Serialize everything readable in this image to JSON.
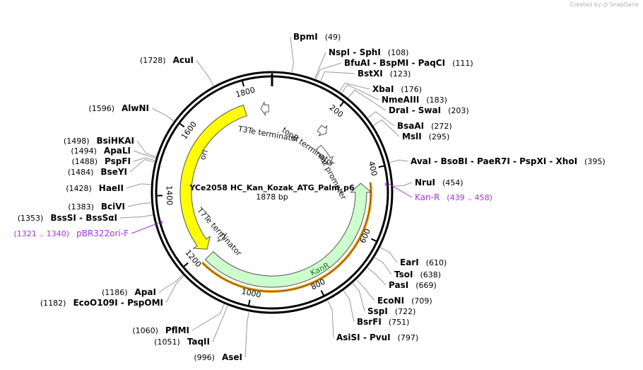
{
  "credit": {
    "prefix": "Created by",
    "brand": "SnapGene"
  },
  "plasmid": {
    "name": "YCe2058 HC_Kan_Kozak_ATG_Palm_p6",
    "length_label": "1878 bp",
    "length_bp": 1878
  },
  "ticks": [
    {
      "bp": 200,
      "label": "200"
    },
    {
      "bp": 400,
      "label": "400"
    },
    {
      "bp": 600,
      "label": "600"
    },
    {
      "bp": 800,
      "label": "800"
    },
    {
      "bp": 1000,
      "label": "1000"
    },
    {
      "bp": 1200,
      "label": "1200"
    },
    {
      "bp": 1400,
      "label": "1400"
    },
    {
      "bp": 1600,
      "label": "1600"
    },
    {
      "bp": 1800,
      "label": "1800"
    }
  ],
  "features": [
    {
      "name": "ori",
      "start": 1194,
      "end": 1783,
      "strand": -1,
      "color": "#ffff00",
      "kind": "arrow"
    },
    {
      "name": "KanR",
      "start": 439,
      "end": 1173,
      "strand": -1,
      "color": "#ccffcc",
      "kind": "arrow",
      "highlight": "#f5a623"
    },
    {
      "name": "T3Te terminator",
      "start": 1838,
      "end": 1866,
      "strand": -1,
      "color": "#ffffff",
      "kind": "arrow"
    },
    {
      "name": "tonB terminator",
      "start": 190,
      "end": 222,
      "strand": 1,
      "color": "#ffffff",
      "kind": "arrow"
    },
    {
      "name": "cat promoter",
      "start": 240,
      "end": 340,
      "strand": 1,
      "color": "#ffffff",
      "kind": "arrow"
    },
    {
      "name": "T7Te terminator",
      "start": 1180,
      "end": 1200,
      "strand": -1,
      "color": "#ffffff",
      "kind": "arrow"
    }
  ],
  "primers": [
    {
      "name": "Kan-R",
      "range": "(439 .. 458)",
      "bp": 448,
      "color": "#a335d6"
    },
    {
      "name": "pBR322ori-F",
      "range": "(1321 .. 1340)",
      "bp": 1330,
      "color": "#a335d6"
    }
  ],
  "sites": [
    {
      "name": "BpmI",
      "pos": "(49)",
      "bp": 49,
      "side": "right"
    },
    {
      "name": "NspI - SphI",
      "pos": "(108)",
      "bp": 108,
      "side": "right"
    },
    {
      "name": "BfuAI - BspMI - PaqCI",
      "pos": "(111)",
      "bp": 111,
      "side": "right"
    },
    {
      "name": "BstXI",
      "pos": "(123)",
      "bp": 123,
      "side": "right"
    },
    {
      "name": "XbaI",
      "pos": "(176)",
      "bp": 176,
      "side": "right"
    },
    {
      "name": "NmeAIII",
      "pos": "(183)",
      "bp": 183,
      "side": "right"
    },
    {
      "name": "DraI - SwaI",
      "pos": "(203)",
      "bp": 203,
      "side": "right"
    },
    {
      "name": "BsaAI",
      "pos": "(272)",
      "bp": 272,
      "side": "right"
    },
    {
      "name": "MslI",
      "pos": "(295)",
      "bp": 295,
      "side": "right"
    },
    {
      "name": "AvaI - BsoBI - PaeR7I - PspXI - XhoI",
      "pos": "(395)",
      "bp": 395,
      "side": "right"
    },
    {
      "name": "NruI",
      "pos": "(454)",
      "bp": 454,
      "side": "right"
    },
    {
      "name": "EarI",
      "pos": "(610)",
      "bp": 610,
      "side": "right"
    },
    {
      "name": "TsoI",
      "pos": "(638)",
      "bp": 638,
      "side": "right"
    },
    {
      "name": "PasI",
      "pos": "(669)",
      "bp": 669,
      "side": "right"
    },
    {
      "name": "EcoNI",
      "pos": "(709)",
      "bp": 709,
      "side": "right"
    },
    {
      "name": "SspI",
      "pos": "(722)",
      "bp": 722,
      "side": "right"
    },
    {
      "name": "BsrFI",
      "pos": "(751)",
      "bp": 751,
      "side": "right"
    },
    {
      "name": "AsiSI - PvuI",
      "pos": "(797)",
      "bp": 797,
      "side": "right"
    },
    {
      "name": "AseI",
      "pos": "(996)",
      "bp": 996,
      "side": "left"
    },
    {
      "name": "TaqII",
      "pos": "(1051)",
      "bp": 1051,
      "side": "left"
    },
    {
      "name": "PflMI",
      "pos": "(1060)",
      "bp": 1060,
      "side": "left"
    },
    {
      "name": "EcoO109I - PspOMI",
      "pos": "(1182)",
      "bp": 1182,
      "side": "left"
    },
    {
      "name": "ApaI",
      "pos": "(1186)",
      "bp": 1186,
      "side": "left"
    },
    {
      "name": "BssSI - BssSαI",
      "pos": "(1353)",
      "bp": 1353,
      "side": "left"
    },
    {
      "name": "BciVI",
      "pos": "(1383)",
      "bp": 1383,
      "side": "left"
    },
    {
      "name": "HaeII",
      "pos": "(1428)",
      "bp": 1428,
      "side": "left"
    },
    {
      "name": "BseYI",
      "pos": "(1484)",
      "bp": 1484,
      "side": "left"
    },
    {
      "name": "PspFI",
      "pos": "(1488)",
      "bp": 1488,
      "side": "left"
    },
    {
      "name": "ApaLI",
      "pos": "(1494)",
      "bp": 1494,
      "side": "left"
    },
    {
      "name": "BsiHKAI",
      "pos": "(1498)",
      "bp": 1498,
      "side": "left"
    },
    {
      "name": "AlwNI",
      "pos": "(1596)",
      "bp": 1596,
      "side": "left"
    },
    {
      "name": "AcuI",
      "pos": "(1728)",
      "bp": 1728,
      "side": "left"
    }
  ]
}
